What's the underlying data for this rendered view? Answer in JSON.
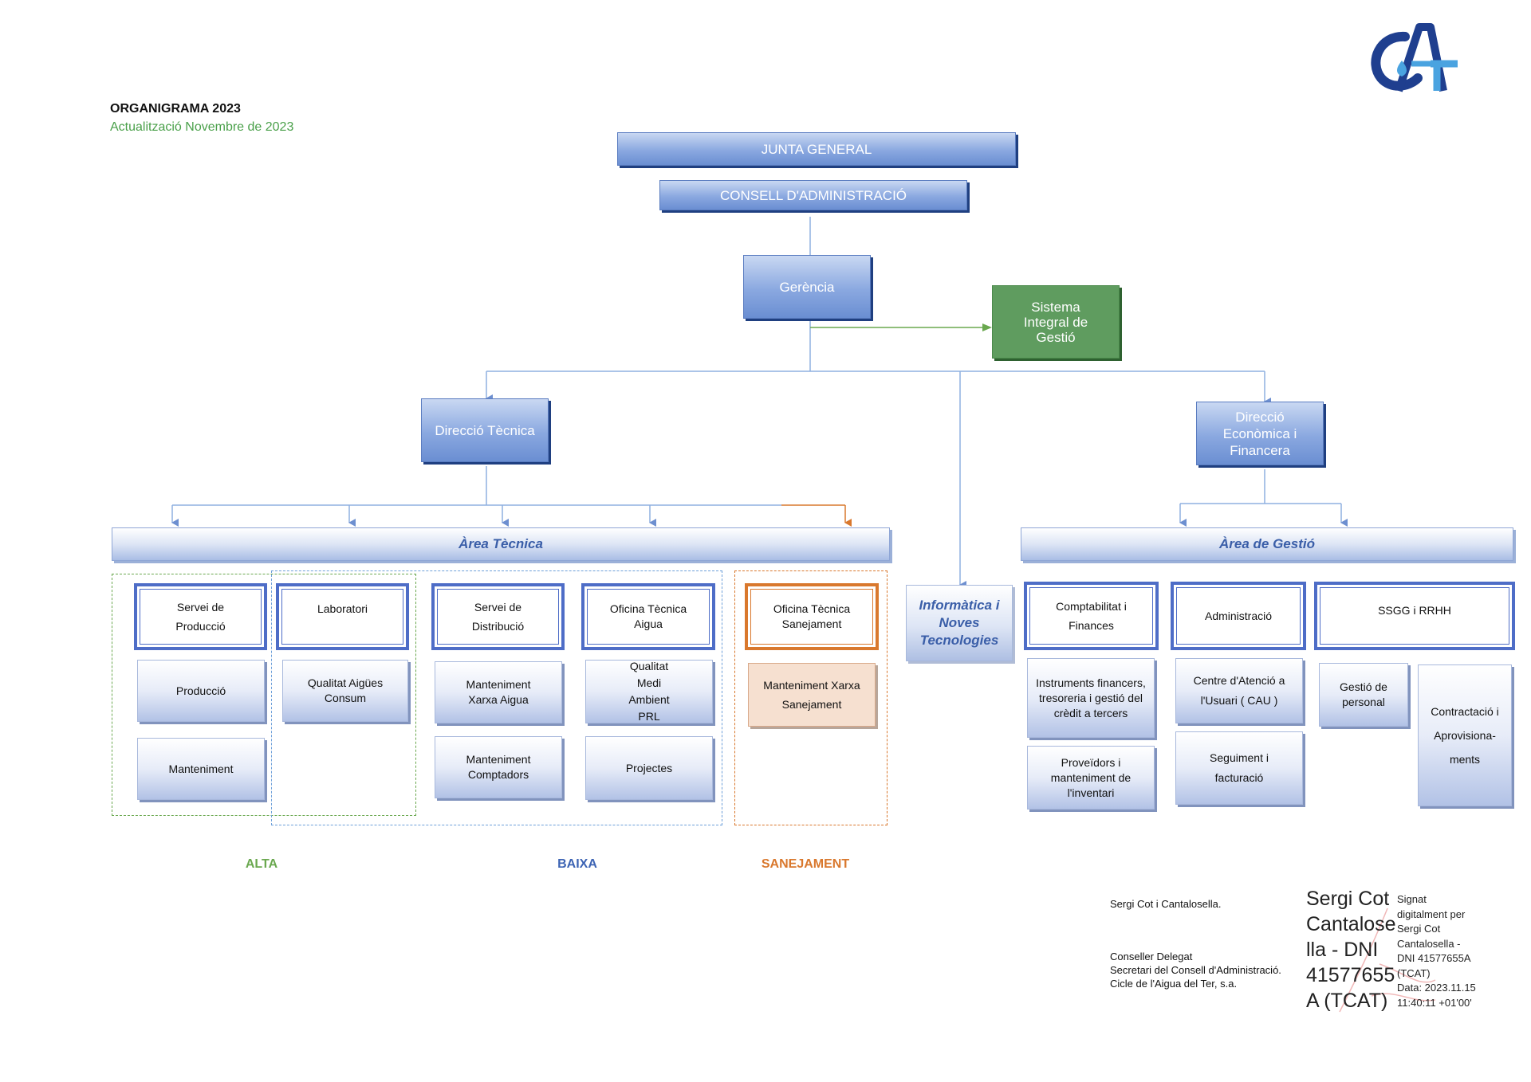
{
  "header": {
    "title": "ORGANIGRAMA 2023",
    "subtitle": "Actualització Novembre de 2023"
  },
  "logo": {
    "icon": "cat-water-logo",
    "colors": {
      "dark": "#1f3f8f",
      "light": "#4aa3e0"
    }
  },
  "governance": {
    "junta_general": "JUNTA GENERAL",
    "consell": "CONSELL D'ADMINISTRACIÓ",
    "gerencia": "Gerència",
    "sistema_integral": "Sistema Integral de Gestió"
  },
  "directions": {
    "tecnica": "Direcció Tècnica",
    "economica": "Direcció Econòmica i Financera",
    "informatica": "Informàtica i Noves Tecnologies"
  },
  "areas": {
    "tecnica": "Àrea Tècnica",
    "gestio": "Àrea de Gestió"
  },
  "tecnica_units": [
    {
      "head": "Servei de Producció",
      "subs": [
        "Producció",
        "Manteniment"
      ]
    },
    {
      "head": "Laboratori",
      "subs": [
        "Qualitat Aigües Consum"
      ]
    },
    {
      "head": "Servei de Distribució",
      "subs": [
        "Manteniment Xarxa Aigua",
        "Manteniment Comptadors"
      ]
    },
    {
      "head": "Oficina Tècnica Aigua",
      "subs": [
        "Qualitat Medi Ambient PRL",
        "Projectes"
      ]
    },
    {
      "head": "Oficina Tècnica Sanejament",
      "subs": [
        "Manteniment Xarxa Sanejament"
      ]
    }
  ],
  "gestio_units": [
    {
      "head": "Comptabilitat i Finances",
      "subs": [
        "Instruments financers, tresoreria i gestió del crèdit a tercers",
        "Proveïdors i manteniment de l'inventari"
      ]
    },
    {
      "head": "Administració",
      "subs": [
        "Centre d'Atenció a l'Usuari ( CAU )",
        "Seguiment i facturació"
      ]
    },
    {
      "head": "SSGG i RRHH",
      "subs": [
        "Gestió de personal",
        "Contractació i Aprovisiona-ments"
      ]
    }
  ],
  "groups": {
    "alta": {
      "label": "ALTA",
      "color": "#6aa84f"
    },
    "baixa": {
      "label": "BAIXA",
      "color": "#3d64b4"
    },
    "sanejament": {
      "label": "SANEJAMENT",
      "color": "#d9782d"
    }
  },
  "signature": {
    "name_line": "Sergi Cot i Cantalosella.",
    "role_1": "Conseller Delegat",
    "role_2": "Secretari del Consell d'Administració.",
    "role_3": "Cicle de l'Aigua del Ter, s.a.",
    "digital_name": "Sergi Cot\nCantalose\nlla - DNI\n41577655\nA (TCAT)",
    "digital_detail": "Signat\ndigitalment per\nSergi Cot\nCantalosella -\nDNI 41577655A\n(TCAT)\nData: 2023.11.15\n11:40:11 +01'00'"
  },
  "colors": {
    "connector_blue": "#8fb0e0",
    "connector_green": "#6aa84f",
    "connector_orange": "#d9782d",
    "box_blue": "#7b9bd9",
    "sig_green": "#5f9c5f"
  }
}
